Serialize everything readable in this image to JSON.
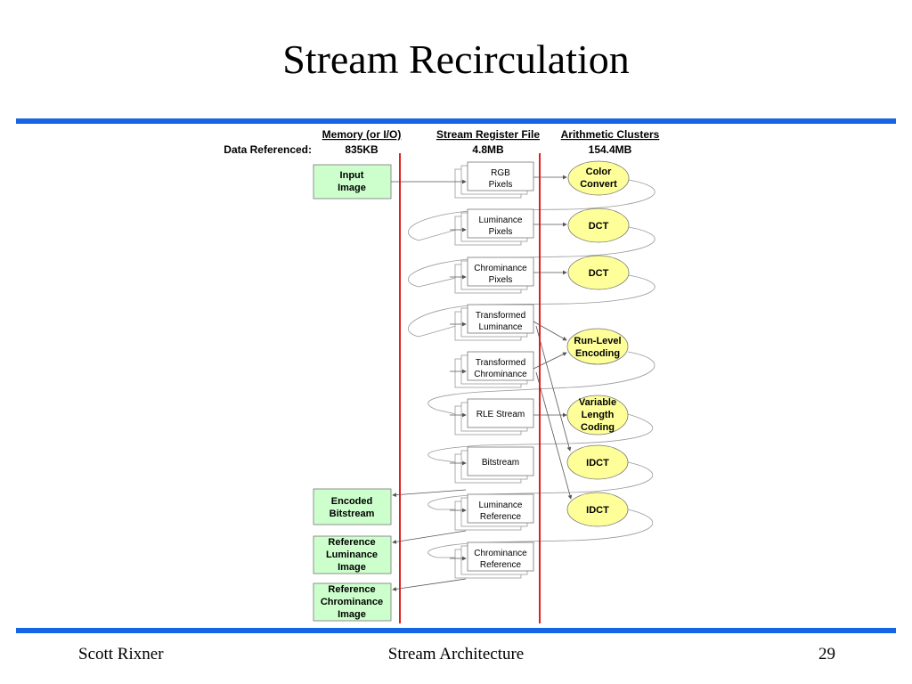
{
  "slide": {
    "title": "Stream Recirculation",
    "footer": {
      "author": "Scott Rixner",
      "center": "Stream Architecture",
      "page": "29"
    }
  },
  "diagram": {
    "row_label": "Data Referenced:",
    "columns": [
      {
        "id": "memory",
        "title": "Memory (or I/O)",
        "value": "835KB"
      },
      {
        "id": "srf",
        "title": "Stream Register File",
        "value": "4.8MB"
      },
      {
        "id": "clusters",
        "title": "Arithmetic Clusters",
        "value": "154.4MB"
      }
    ],
    "memory_items": [
      {
        "id": "input",
        "lines": [
          "Input",
          "Image"
        ]
      },
      {
        "id": "encoded",
        "lines": [
          "Encoded",
          "Bitstream"
        ]
      },
      {
        "id": "refl",
        "lines": [
          "Reference",
          "Luminance",
          "Image"
        ]
      },
      {
        "id": "refc",
        "lines": [
          "Reference",
          "Chrominance",
          "Image"
        ]
      }
    ],
    "streams": [
      {
        "id": "rgb",
        "lines": [
          "RGB",
          "Pixels"
        ]
      },
      {
        "id": "lum",
        "lines": [
          "Luminance",
          "Pixels"
        ]
      },
      {
        "id": "chr",
        "lines": [
          "Chrominance",
          "Pixels"
        ]
      },
      {
        "id": "tlum",
        "lines": [
          "Transformed",
          "Luminance"
        ]
      },
      {
        "id": "tchr",
        "lines": [
          "Transformed",
          "Chrominance"
        ]
      },
      {
        "id": "rle",
        "lines": [
          "RLE Stream"
        ]
      },
      {
        "id": "bits",
        "lines": [
          "Bitstream"
        ]
      },
      {
        "id": "lref",
        "lines": [
          "Luminance",
          "Reference"
        ]
      },
      {
        "id": "cref",
        "lines": [
          "Chrominance",
          "Reference"
        ]
      }
    ],
    "kernels": [
      {
        "id": "cc",
        "lines": [
          "Color",
          "Convert"
        ]
      },
      {
        "id": "dct1",
        "lines": [
          "DCT"
        ]
      },
      {
        "id": "dct2",
        "lines": [
          "DCT"
        ]
      },
      {
        "id": "rlenc",
        "lines": [
          "Run-Level",
          "Encoding"
        ]
      },
      {
        "id": "vlc",
        "lines": [
          "Variable",
          "Length",
          "Coding"
        ]
      },
      {
        "id": "idct1",
        "lines": [
          "IDCT"
        ]
      },
      {
        "id": "idct2",
        "lines": [
          "IDCT"
        ]
      }
    ],
    "colors": {
      "memory_fill": "#ccffcc",
      "kernel_fill": "#ffff99",
      "divider": "#e02020",
      "rule": "#1565e6"
    }
  }
}
